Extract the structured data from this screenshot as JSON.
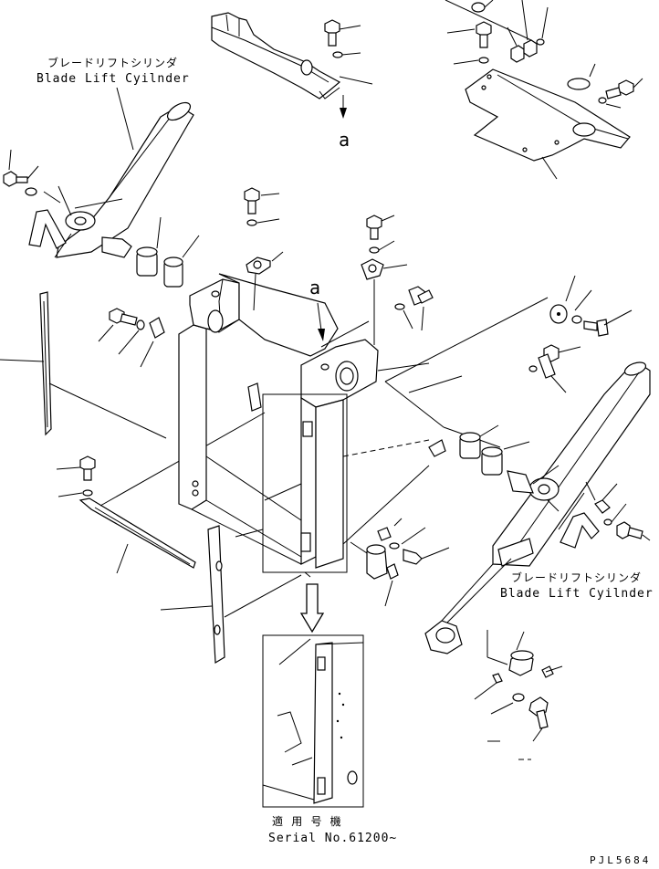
{
  "labels": {
    "left_cylinder_jp": "ブレードリフトシリンダ",
    "left_cylinder_en": "Blade Lift Cyilnder",
    "right_cylinder_jp": "ブレードリフトシリンダ",
    "right_cylinder_en": "Blade Lift Cyilnder",
    "ref_a_top": "a",
    "ref_a_frame": "a",
    "serial_jp": "適 用 号 機",
    "serial_en": "Serial No.61200~",
    "drawing_code": "PJL5684"
  }
}
